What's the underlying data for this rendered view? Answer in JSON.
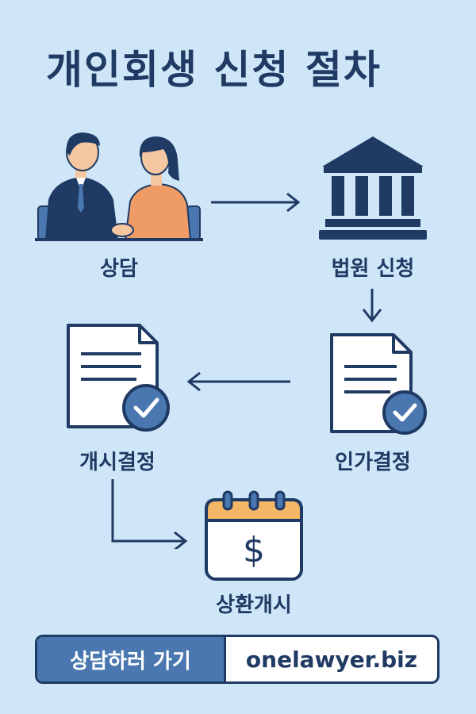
{
  "title": "개인회생 신청 절차",
  "steps": {
    "consult": "상담",
    "court": "법원 신청",
    "approval": "인가결정",
    "commence": "개시결정",
    "repay": "상환개시"
  },
  "cta": {
    "button_label": "상담하러 가기",
    "link_text": "onelawyer.biz"
  },
  "icons": {
    "consult": "consultation-people-icon",
    "court": "courthouse-icon",
    "approval": "document-check-icon",
    "commence": "document-check-icon",
    "repay": "calendar-dollar-icon"
  },
  "colors": {
    "background": "#cfe6f9",
    "navy": "#1f3a63",
    "accent_blue": "#4a77b0",
    "calendar_orange": "#f3b766"
  }
}
